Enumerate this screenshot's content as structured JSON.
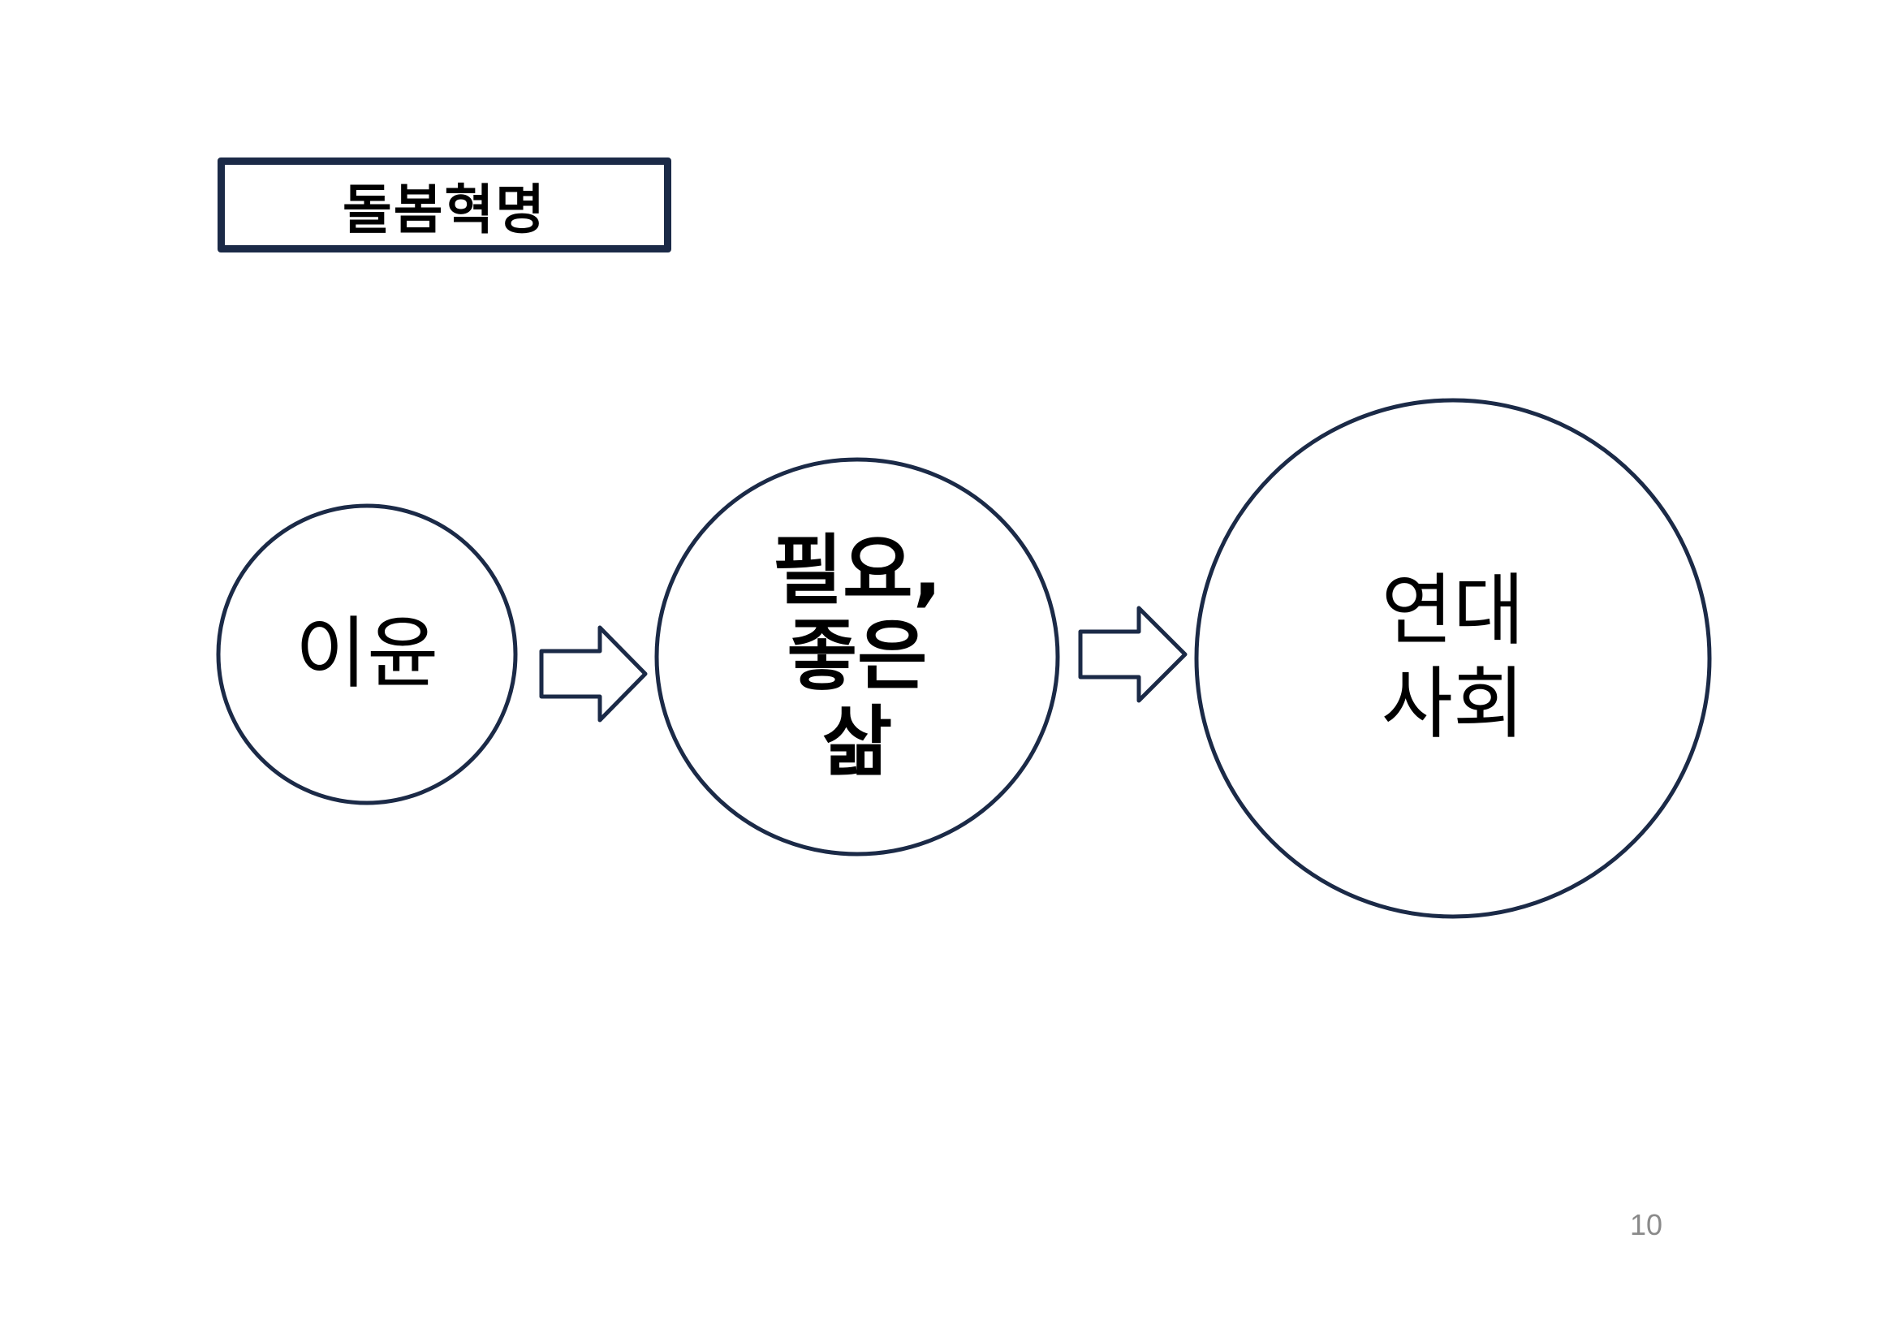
{
  "title": "돌봄혁명",
  "nodes": [
    {
      "label": "이윤"
    },
    {
      "label": "필요,\n좋은\n삶"
    },
    {
      "label": "연대\n사회"
    }
  ],
  "page_number": "10",
  "colors": {
    "stroke": "#1b2a47",
    "text": "#000000",
    "page_number": "#8a8a8a"
  }
}
